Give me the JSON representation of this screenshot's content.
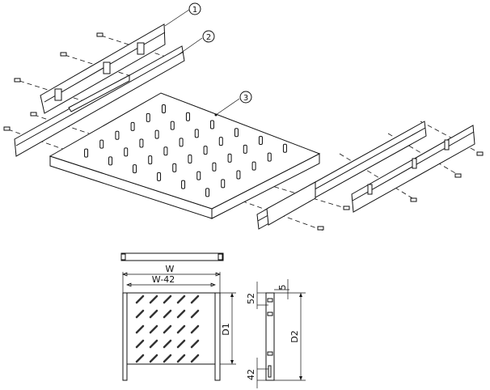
{
  "callouts": [
    "1",
    "2",
    "3"
  ],
  "dimensions": {
    "width": "W",
    "inner_width": "W-42",
    "depth_shelf": "D1",
    "depth_rail": "D2",
    "top_offset": "52",
    "rail_offset": "5",
    "bottom_offset": "42"
  }
}
